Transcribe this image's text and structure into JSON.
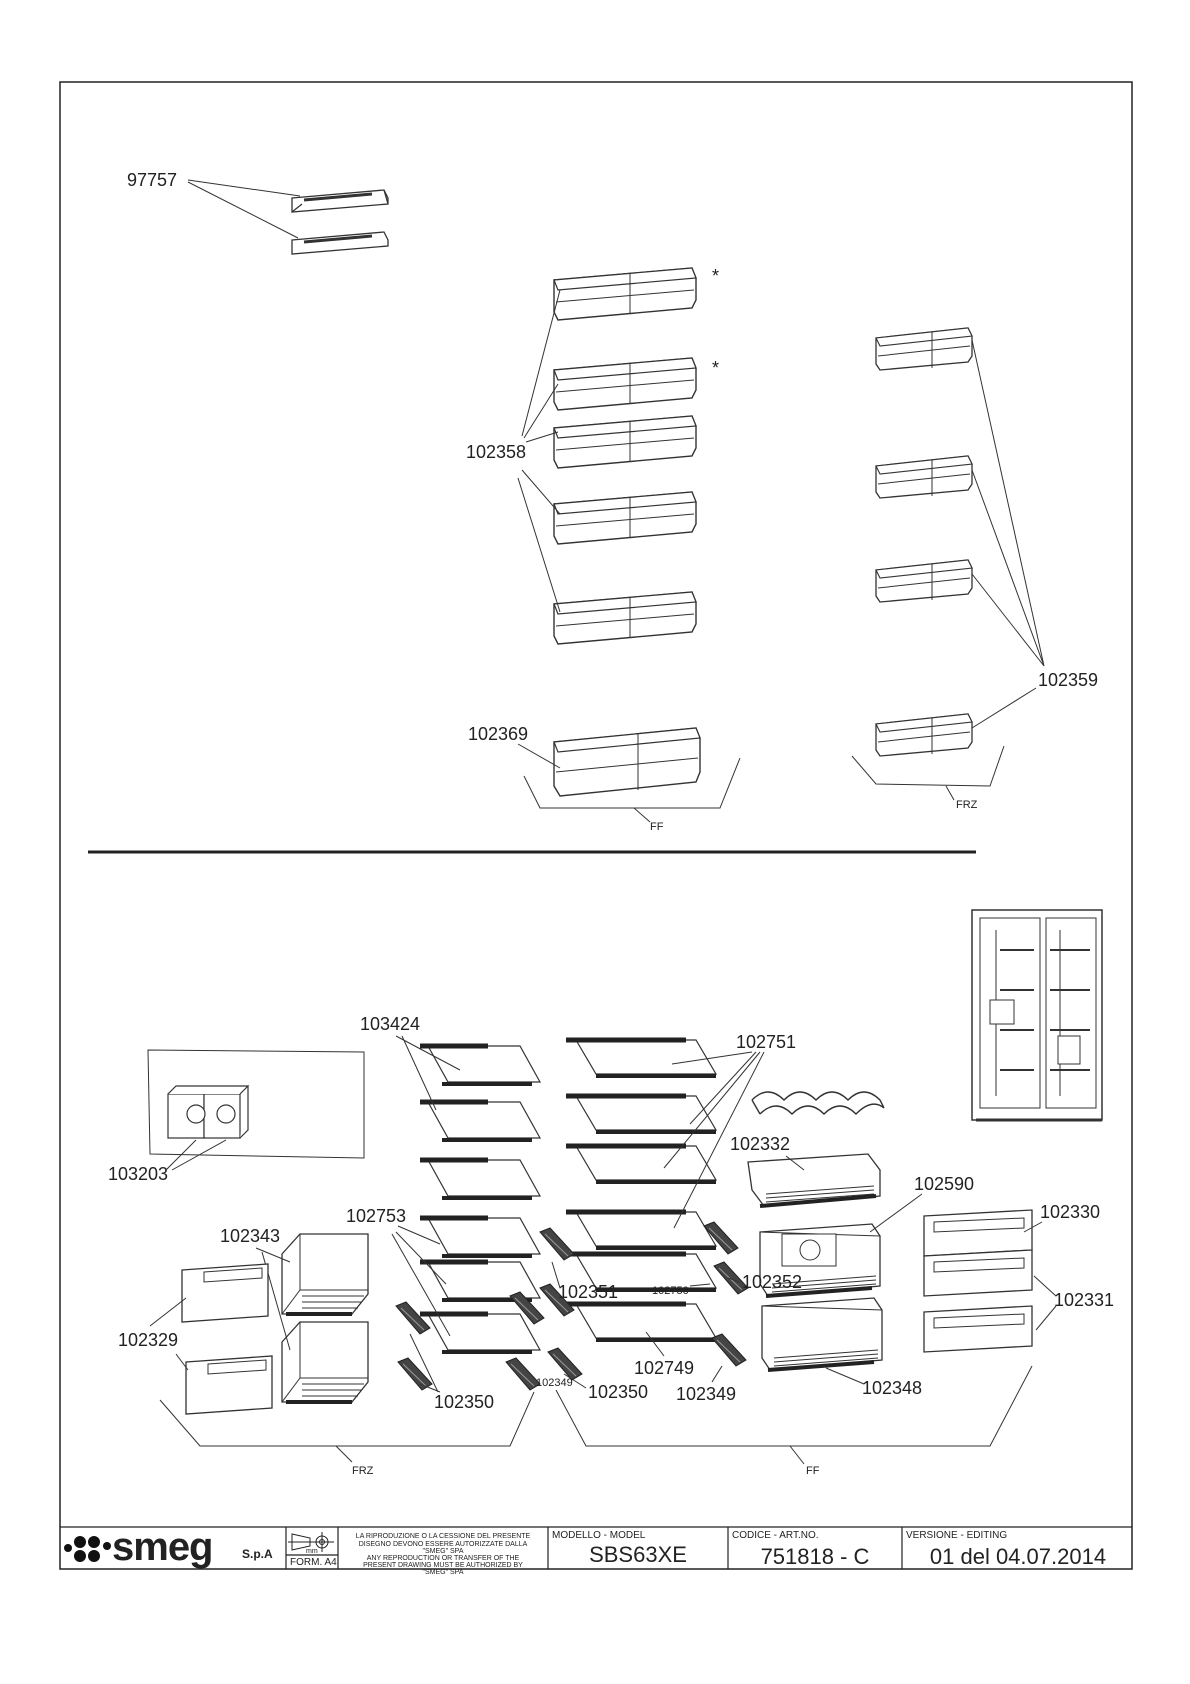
{
  "colors": {
    "ink": "#222222",
    "part_stroke": "#333333",
    "paper": "#ffffff"
  },
  "labels": {
    "p97757": "97757",
    "p102358": "102358",
    "p102359": "102359",
    "p102369": "102369",
    "ff_top": "FF",
    "frz_top": "FRZ",
    "star1": "*",
    "star2": "*",
    "p103424": "103424",
    "p102751": "102751",
    "p102332": "102332",
    "p103203": "103203",
    "p102590": "102590",
    "p102753": "102753",
    "p102330": "102330",
    "p102343": "102343",
    "p102352": "102352",
    "p102351": "102351",
    "p102750": "102750",
    "p102331": "102331",
    "p102329": "102329",
    "p102749": "102749",
    "p102348": "102348",
    "p102349_small": "102349",
    "p102350_b": "102350",
    "p102349_b": "102349",
    "p102350_a": "102350",
    "frz_bottom": "FRZ",
    "ff_bottom": "FF"
  },
  "title_block": {
    "logo": "smeg",
    "logo_sub": "S.p.A",
    "form": "FORM. A4",
    "unit": "mm",
    "notice_it_1": "LA RIPRODUZIONE O LA CESSIONE DEL PRESENTE",
    "notice_it_2": "DISEGNO DEVONO ESSERE AUTORIZZATE DALLA",
    "notice_it_3": "\"SMEG\" SPA",
    "notice_en_1": "ANY REPRODUCTION OR TRANSFER OF THE",
    "notice_en_2": "PRESENT DRAWING MUST BE AUTHORIZED BY",
    "notice_en_3": "\"SMEG\" SPA",
    "model_caption": "MODELLO - MODEL",
    "model_value": "SBS63XE",
    "code_caption": "CODICE - ART.NO.",
    "code_value": "751818 - C",
    "version_caption": "VERSIONE - EDITING",
    "version_value": "01 del 04.07.2014"
  }
}
